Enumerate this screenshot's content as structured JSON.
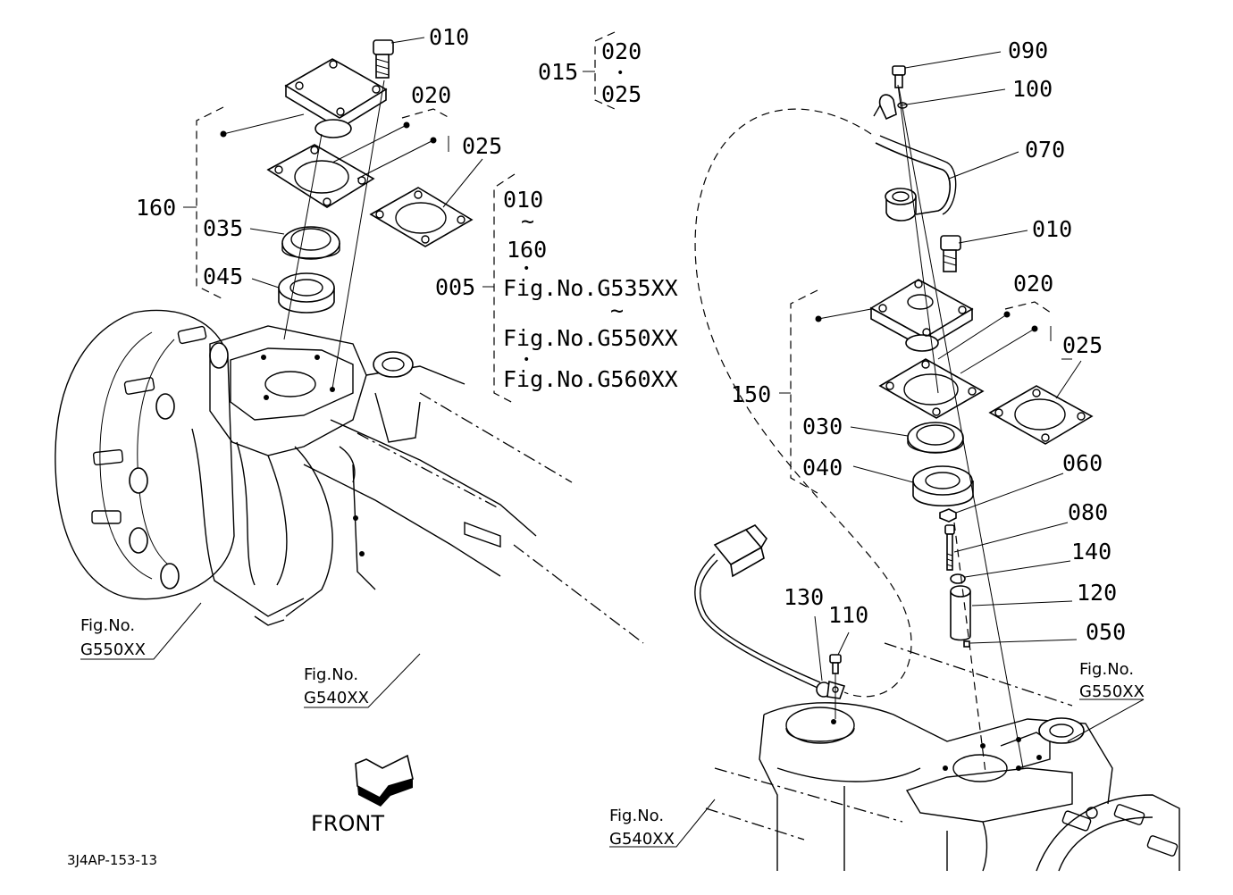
{
  "diagram_code": "3J4AP-153-13",
  "front_label": "FRONT",
  "left": {
    "parts": {
      "p010": "010",
      "p020": "020",
      "p025": "025",
      "p160": "160",
      "p035": "035",
      "p045": "045",
      "p005": "005"
    },
    "group015": {
      "id": "015",
      "top": "020",
      "bottom": "025"
    },
    "group005": {
      "range_start": "010",
      "range_end": "160",
      "fig_a": "Fig.No.G535XX",
      "fig_b": "Fig.No.G550XX",
      "fig_c": "Fig.No.G560XX"
    },
    "refs": {
      "ref1_line1": "Fig.No.",
      "ref1_line2": "G550XX",
      "ref2_line1": "Fig.No.",
      "ref2_line2": "G540XX"
    }
  },
  "right": {
    "parts": {
      "p090": "090",
      "p100": "100",
      "p070": "070",
      "p010": "010",
      "p020": "020",
      "p025": "025",
      "p150": "150",
      "p030": "030",
      "p040": "040",
      "p060": "060",
      "p080": "080",
      "p140": "140",
      "p120": "120",
      "p050": "050",
      "p130": "130",
      "p110": "110"
    },
    "refs": {
      "ref1_line1": "Fig.No.",
      "ref1_line2": "G550XX",
      "ref2_line1": "Fig.No.",
      "ref2_line2": "G540XX"
    }
  },
  "symbols": {
    "tilde": "~",
    "dot": "•"
  }
}
